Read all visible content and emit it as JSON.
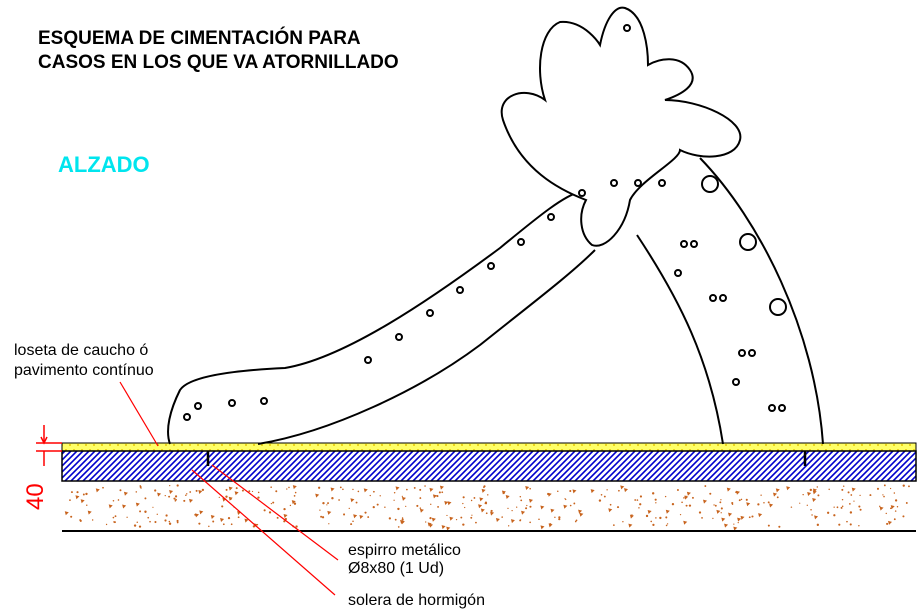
{
  "title": {
    "line1": "ESQUEMA DE CIMENTACIÓN PARA",
    "line2": "CASOS EN LOS QUE VA ATORNILLADO"
  },
  "view_label": "ALZADO",
  "labels": {
    "surface_line1": "loseta de caucho ó",
    "surface_line2": "pavimento contínuo",
    "anchor_line1": "espirro metálico",
    "anchor_line2": "Ø8x80 (1 Ud)",
    "slab": "solera de hormigón"
  },
  "dimension": "40",
  "colors": {
    "view_label": "#00e5ee",
    "surface": "#ffff00",
    "slab_hatch": "#0000cc",
    "gravel": "#c8641e",
    "dimension": "#ff0000",
    "leaders": "#ff0000"
  }
}
